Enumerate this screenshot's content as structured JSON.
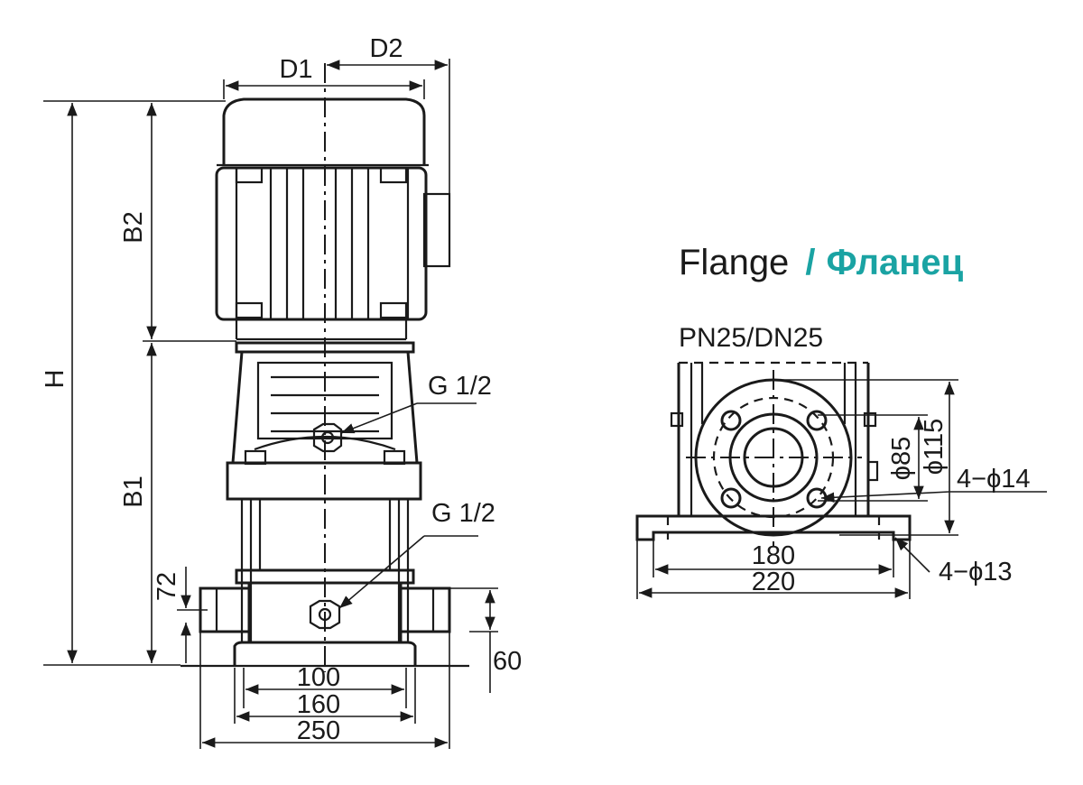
{
  "pump_view": {
    "dimension_labels": {
      "d1": "D1",
      "d2": "D2",
      "h": "H",
      "b2": "B2",
      "b1": "B1",
      "port_height": "72",
      "base_height": "60",
      "width_inner": "100",
      "width_mid": "160",
      "width_outer": "250"
    },
    "callouts": {
      "upper_port": "G 1/2",
      "lower_port": "G 1/2"
    }
  },
  "flange_view": {
    "title_en": "Flange",
    "title_separator": "/",
    "title_ru": "Фланец",
    "spec": "PN25/DN25",
    "diameter_inner": "ϕ85",
    "diameter_outer": "ϕ115",
    "bolt_holes": "4−ϕ14",
    "base_holes": "4−ϕ13",
    "width_inner": "180",
    "width_outer": "220"
  },
  "colors": {
    "line": "#1a1a1a",
    "accent": "#1aa3a3"
  }
}
